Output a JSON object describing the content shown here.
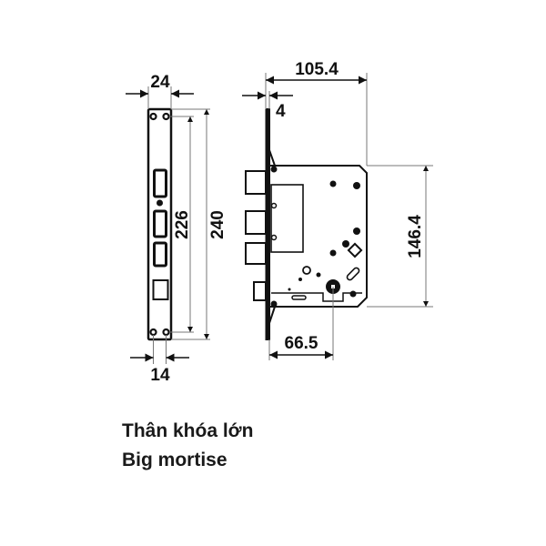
{
  "dimensions": {
    "faceplate_width": "24",
    "faceplate_hole_spacing_width": "14",
    "faceplate_hole_spacing_height": "226",
    "faceplate_height": "240",
    "body_depth": "105.4",
    "faceplate_thickness": "4",
    "body_height": "146.4",
    "backset": "66.5"
  },
  "caption": {
    "line1": "Thân khóa lớn",
    "line2": "Big mortise"
  }
}
